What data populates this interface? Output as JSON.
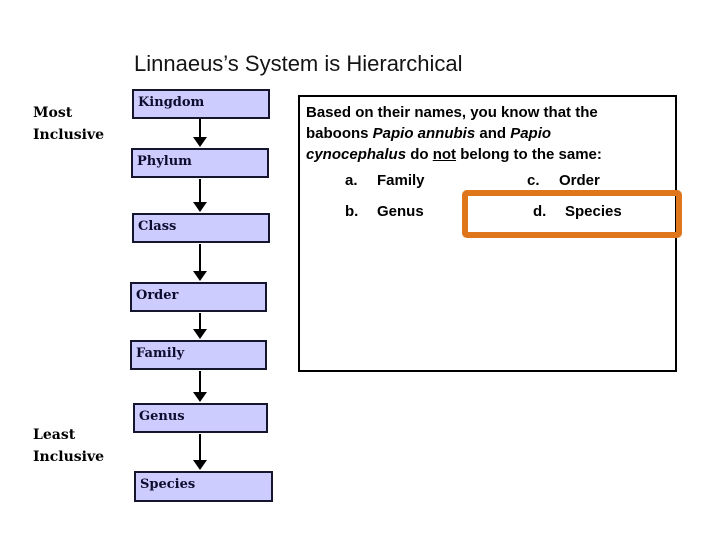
{
  "slide": {
    "title": "Linnaeus’s System is Hierarchical"
  },
  "hierarchy": {
    "most_label_line1": "Most",
    "most_label_line2": "Inclusive",
    "least_label_line1": "Least",
    "least_label_line2": "Inclusive",
    "levels": [
      {
        "label": "Kingdom"
      },
      {
        "label": "Phylum"
      },
      {
        "label": "Class"
      },
      {
        "label": "Order"
      },
      {
        "label": "Family"
      },
      {
        "label": "Genus"
      },
      {
        "label": "Species"
      }
    ],
    "box_fill_color": "#CCCCFF",
    "box_border_color": "#15152e"
  },
  "question": {
    "segments": {
      "s0": "Based on their names, you know that the",
      "s1": "baboons ",
      "s2": "Papio annubis",
      "s3": " and ",
      "s4": "Papio",
      "s5": "cynocephalus",
      "s6": " do ",
      "s7": "not",
      "s8": " belong to the same:"
    },
    "options": [
      {
        "letter": "a.",
        "label": "Family"
      },
      {
        "letter": "b.",
        "label": "Genus"
      },
      {
        "letter": "c.",
        "label": "Order"
      },
      {
        "letter": "d.",
        "label": "Species"
      }
    ],
    "highlighted_option": "d",
    "highlight_color": "#E0761C"
  }
}
